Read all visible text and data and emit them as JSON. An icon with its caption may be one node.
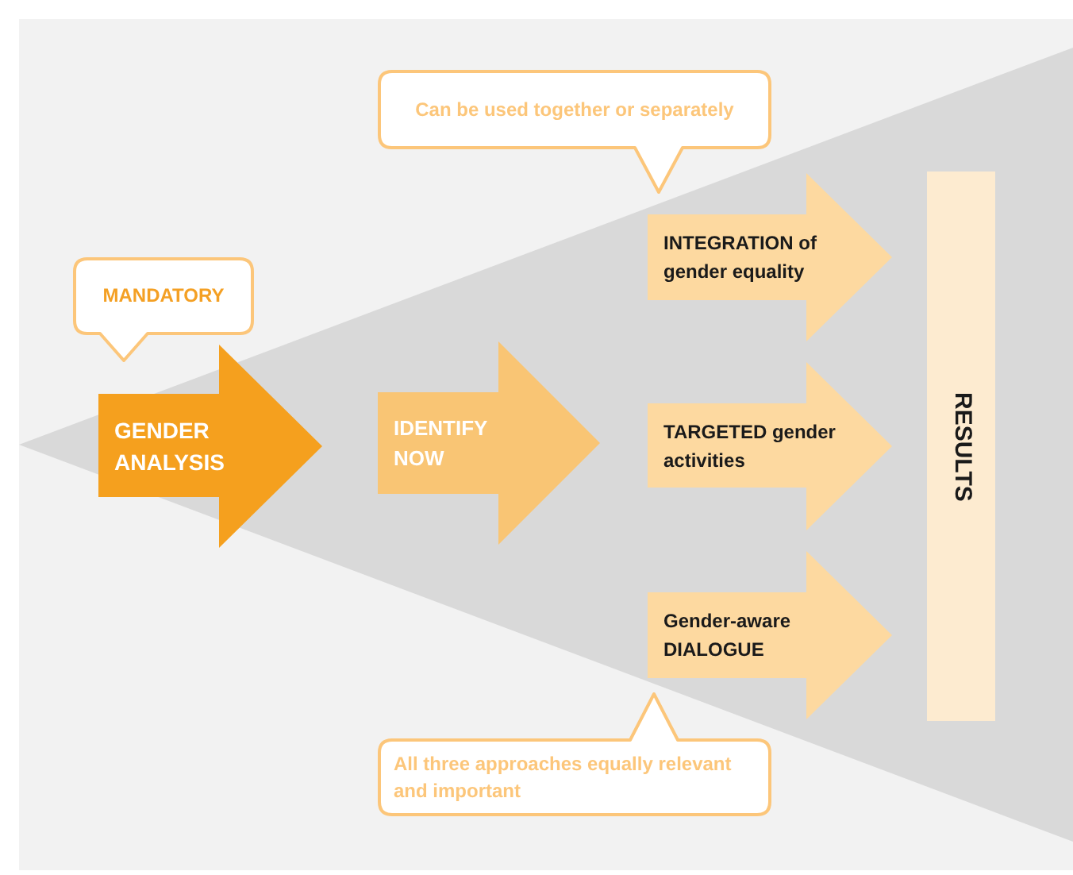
{
  "diagram": {
    "nodes": [
      {
        "text": [
          "MANDATORY"
        ]
      },
      {
        "text": [
          "GENDER ANALYSIS"
        ]
      },
      {
        "text": [
          "IDENTIFY NOW"
        ]
      },
      {
        "text": [
          "Can be used together or separately"
        ]
      },
      {
        "text": [
          "INTEGRATION of gender equality"
        ]
      },
      {
        "text": [
          "TARGETED gender activities"
        ]
      },
      {
        "text": [
          "Gender-aware DIALOGUE"
        ]
      },
      {
        "text": [
          "All three approaches equally relevant and important"
        ]
      },
      {
        "text": [
          "RESULTS"
        ]
      }
    ]
  }
}
